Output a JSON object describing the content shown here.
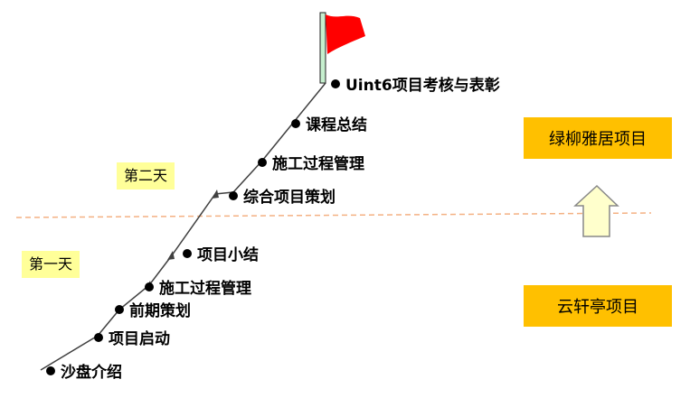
{
  "steps": [
    {
      "label": "沙盘介绍"
    },
    {
      "label": "项目启动"
    },
    {
      "label": "前期策划"
    },
    {
      "label": "施工过程管理"
    },
    {
      "label": "项目小结"
    },
    {
      "label": "综合项目策划"
    },
    {
      "label": "施工过程管理"
    },
    {
      "label": "课程总结"
    },
    {
      "label": "Uint6项目考核与表彰"
    }
  ],
  "days": {
    "day1": "第一天",
    "day2": "第二天"
  },
  "projects": {
    "upper": "绿柳雅居项目",
    "lower": "云轩亭项目"
  },
  "colors": {
    "flag": "#ff0000",
    "pole": "#c6efce",
    "divider": "#f4b183",
    "project_box": "#ffc000",
    "day_box": "#ffff99",
    "arrow_fill": "#ffffcc"
  }
}
